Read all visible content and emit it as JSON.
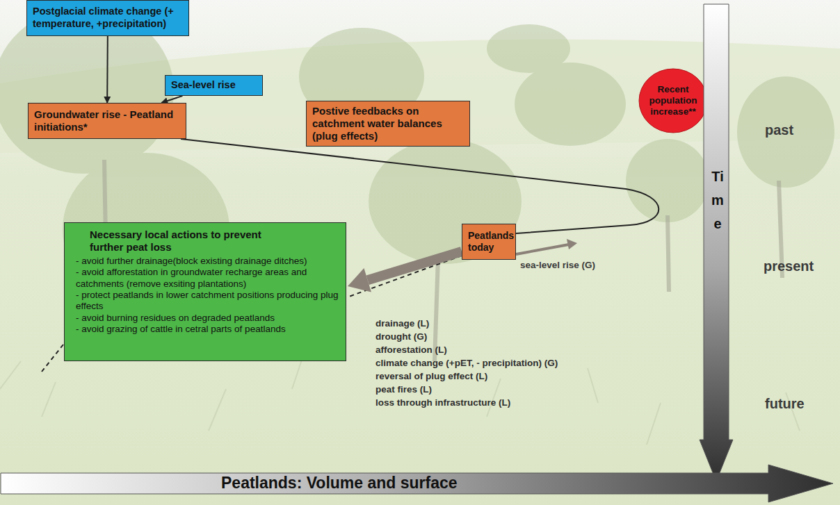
{
  "diagram": {
    "nodes": [
      {
        "text": [
          "Postglacial climate change (+ temperature, +precipitation)"
        ]
      },
      {
        "text": [
          "Sea-level rise"
        ]
      },
      {
        "text": [
          "Groundwater rise - Peatland initiations*"
        ]
      },
      {
        "text": [
          "Postive feedbacks on catchment water balances (plug effects)"
        ]
      },
      {
        "text": [
          "Recent population increase**"
        ]
      },
      {
        "text": [
          "Peatlands today"
        ]
      },
      {
        "text": [
          "Necessary local actions to prevent further peat loss",
          "- avoid further drainage(block existing drainage ditches)",
          "- avoid afforestation in groundwater recharge areas and catchments (remove exsiting plantations)",
          "- protect peatlands in lower catchment positions producing plug effects",
          "- avoid burning residues on degraded peatlands",
          "- avoid grazing of cattle in cetral parts of peatlands"
        ]
      },
      {
        "text": [
          "Time"
        ]
      },
      {
        "text": [
          "Peatlands: Volume and surface"
        ]
      }
    ],
    "edges": [
      {
        "from": 0,
        "to": 2,
        "arrow": "to"
      },
      {
        "from": 1,
        "to": 2,
        "arrow": "to"
      },
      {
        "from": 2,
        "to": 5,
        "arrow": "none"
      },
      {
        "from": 5,
        "to": 6,
        "arrow": "to"
      }
    ],
    "labels": [
      "past",
      "present",
      "future",
      "sea-level rise (G)",
      "drainage (L)",
      "drought (G)",
      "afforestation (L)",
      "climate change (+pET, - precipitation) (G)",
      "reversal of plug effect (L)",
      "peat fires (L)",
      "loss through infrastructure (L)"
    ]
  }
}
